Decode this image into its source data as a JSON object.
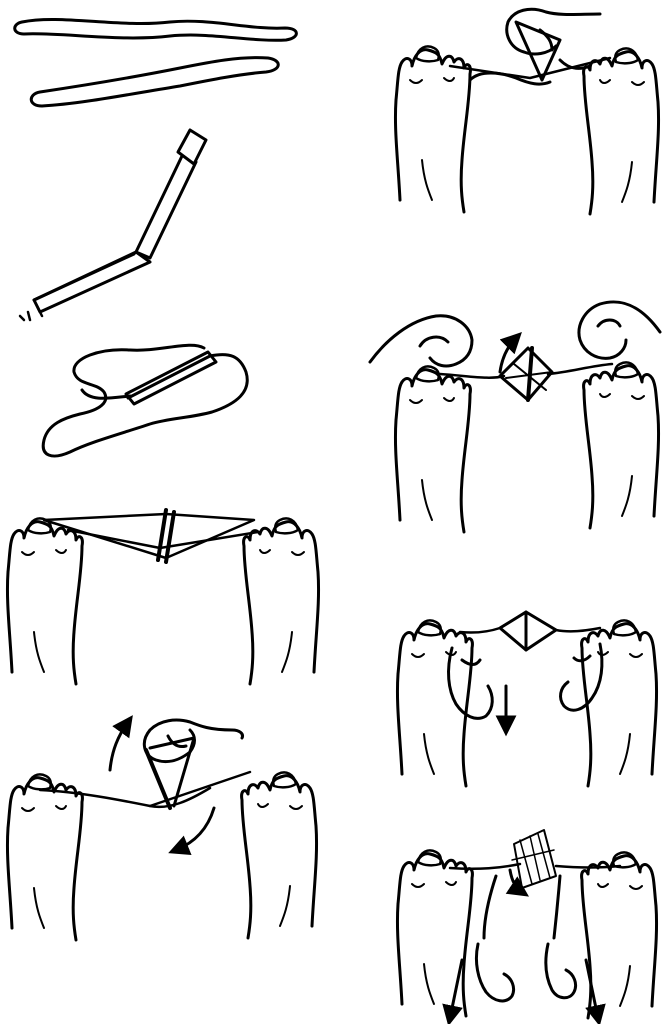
{
  "image": {
    "background": "#ffffff",
    "ink": "#000000"
  },
  "steps": [
    {
      "figure": "string-loops"
    },
    {
      "figure": "split-stick"
    },
    {
      "figure": "string-through-stick"
    },
    {
      "figure": "feet-tension"
    },
    {
      "figure": "hand-rotate"
    },
    {
      "figure": "hand-turn"
    },
    {
      "figure": "two-hand-twist"
    },
    {
      "figure": "hands-pull"
    },
    {
      "figure": "spinning-release"
    }
  ]
}
